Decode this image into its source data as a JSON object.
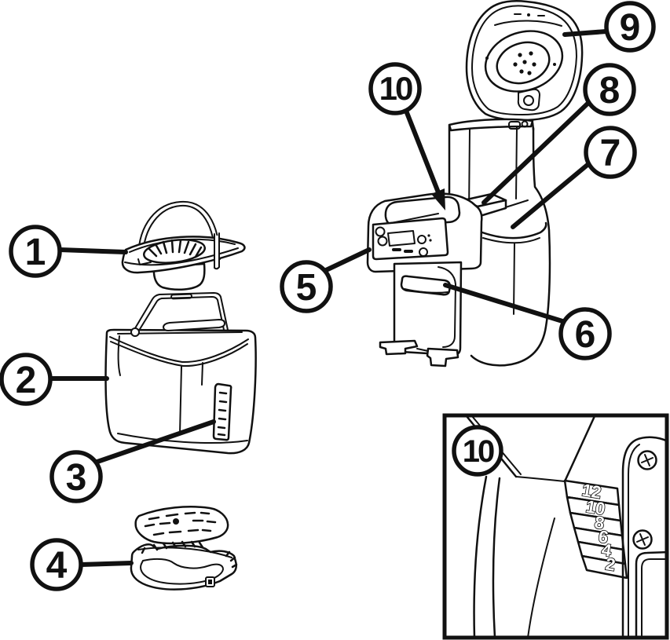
{
  "colors": {
    "ink": "#111111",
    "background": "#ffffff"
  },
  "callouts": [
    {
      "label": "1"
    },
    {
      "label": "2"
    },
    {
      "label": "3"
    },
    {
      "label": "4"
    },
    {
      "label": "5"
    },
    {
      "label": "6"
    },
    {
      "label": "7"
    },
    {
      "label": "8"
    },
    {
      "label": "9"
    },
    {
      "label": "10"
    }
  ],
  "inset": {
    "callout_label": "10",
    "water_levels": [
      "12",
      "10",
      "8",
      "6",
      "4",
      "2"
    ]
  }
}
